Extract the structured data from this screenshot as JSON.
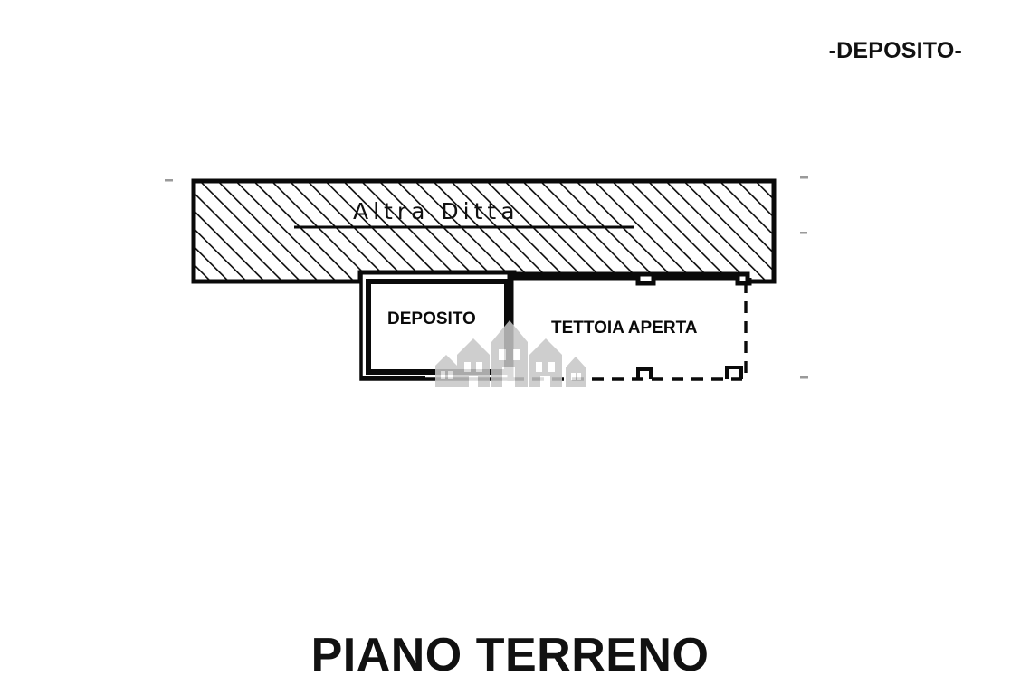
{
  "document": {
    "header_label": "-DEPOSITO-",
    "footer_title": "PIANO TERRENO",
    "annotation_handwritten": "Altra Ditta"
  },
  "plan": {
    "rooms": [
      {
        "id": "deposito",
        "label": "DEPOSITO"
      },
      {
        "id": "tettoia",
        "label": "TETTOIA APERTA"
      }
    ],
    "hatched_area": {
      "name": "altra-ditta-hatched-block",
      "annotation": "Altra Ditta"
    },
    "colors": {
      "ink": "#0a0a0a",
      "paper": "#ffffff",
      "watermark": "#c9c9c9"
    },
    "line_styles": {
      "solid_wall": "solid",
      "open_boundary": "dashed"
    }
  },
  "watermark": {
    "name": "houses-watermark",
    "description": "house silhouettes"
  }
}
